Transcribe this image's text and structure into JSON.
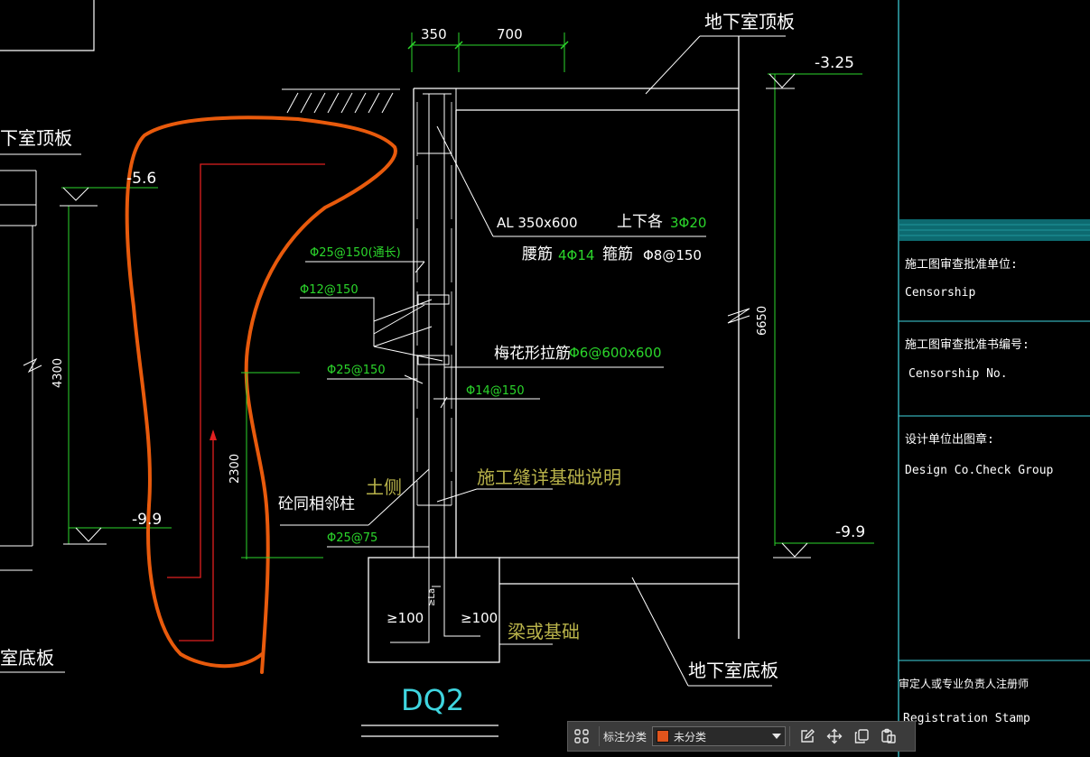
{
  "drawing": {
    "title": "DQ2",
    "dims": {
      "d350": "350",
      "d700": "700",
      "d6650": "6650",
      "d4300": "4300",
      "d2300": "2300"
    },
    "levels": {
      "top_right": "-3.25",
      "top_left": "-5.6",
      "bottom_left": "-9.9",
      "bottom_right": "-9.9"
    },
    "labels": {
      "roof_top": "地下室顶板",
      "roof_left": "下室顶板",
      "floor_bottom": "地下室底板",
      "floor_left": "室底板",
      "beam": "AL 350x600",
      "beam_each": "上下各",
      "beam_rebar": "3Φ20",
      "waist": "腰筋",
      "waist_rebar": "4Φ14",
      "stirrup": "箍筋",
      "stirrup_rebar": "Φ8@150",
      "tie": "梅花形拉筋",
      "tie_rebar": "Φ6@600x600",
      "r1": "Φ25@150(通长)",
      "r2": "Φ12@150",
      "r3": "Φ25@150",
      "r4": "Φ14@150",
      "r5": "Φ25@75",
      "soil_side": "土侧",
      "joint_note": "施工缝详基础说明",
      "column": "砼同相邻柱",
      "ge100_left": "≥100",
      "ge100_right": "≥100",
      "la": "≥La",
      "beam_or_found": "梁或基础"
    }
  },
  "panel": {
    "approval_unit": "施工图审查批准单位:",
    "approval_unit_en": "Censorship",
    "approval_no": "施工图审查批准书编号:",
    "approval_no_en": "Censorship No.",
    "design_seal": "设计单位出图章:",
    "design_seal_en": "Design Co.Check Group",
    "registered": "审定人或专业负责人注册师",
    "registration_en": "Registration Stamp"
  },
  "toolbar": {
    "label": "标注分类",
    "layer_value": "未分类",
    "icons": [
      "grid-icon",
      "edit-icon",
      "move-icon",
      "copy-icon",
      "paste-icon"
    ],
    "swatch_color": "#e0541c"
  }
}
